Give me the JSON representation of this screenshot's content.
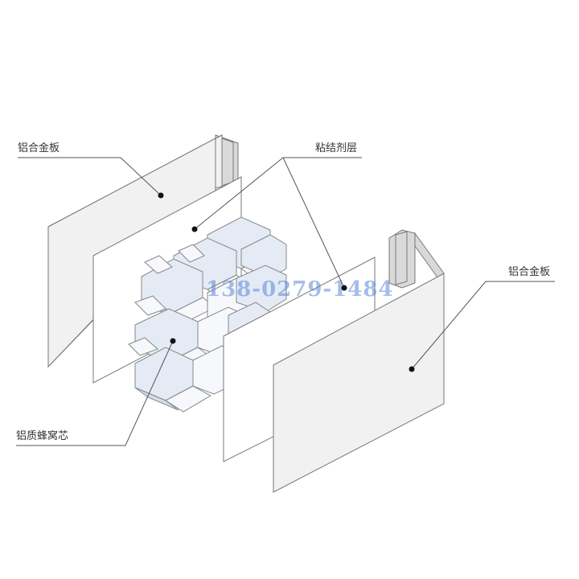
{
  "labels": {
    "top_left_panel": "铝合金板",
    "adhesive_layer": "粘结剂层",
    "right_panel": "铝合金板",
    "honeycomb_core": "铝质蜂窝芯"
  },
  "watermark": "138-0279-1484",
  "colors": {
    "watermark": "#5b86d6",
    "honeycomb": "#e4ebf5"
  }
}
